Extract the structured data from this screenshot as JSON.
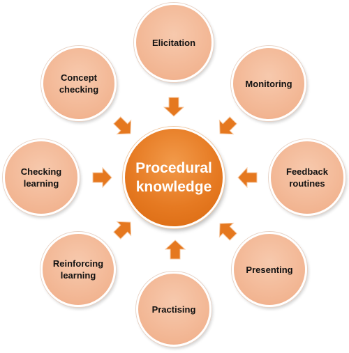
{
  "center": {
    "label": "Procedural\nknowledge",
    "color": "#e5781f"
  },
  "nodes": [
    {
      "id": "elicitation",
      "label": "Elicitation"
    },
    {
      "id": "monitoring",
      "label": "Monitoring"
    },
    {
      "id": "feedback-routines",
      "label": "Feedback\nroutines"
    },
    {
      "id": "presenting",
      "label": "Presenting"
    },
    {
      "id": "practising",
      "label": "Practising"
    },
    {
      "id": "reinforcing-learning",
      "label": "Reinforcing\nlearning"
    },
    {
      "id": "checking-learning",
      "label": "Checking\nlearning"
    },
    {
      "id": "concept-checking",
      "label": "Concept\nchecking"
    }
  ],
  "colors": {
    "node_fill": "#f2b592",
    "arrow": "#e5781f"
  }
}
